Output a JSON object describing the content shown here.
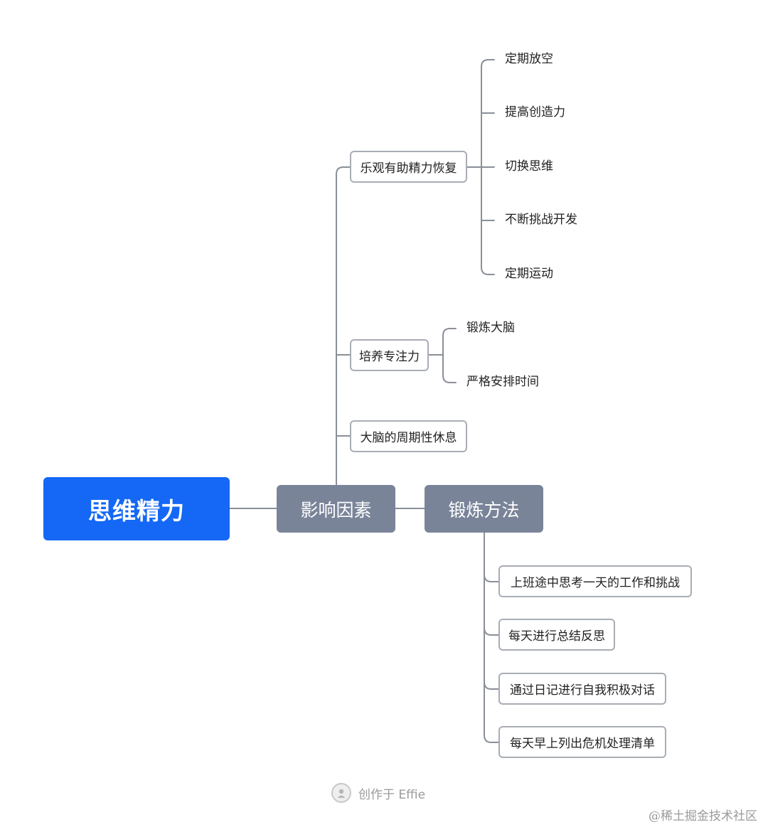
{
  "root": {
    "label": "思维精力",
    "color": "#1468f5"
  },
  "branches": [
    {
      "label": "影响因素",
      "children": [
        {
          "label": "乐观有助精力恢复",
          "children": [
            "定期放空",
            "提高创造力",
            "切换思维",
            "不断挑战开发",
            "定期运动"
          ]
        },
        {
          "label": "培养专注力",
          "children": [
            "锻炼大脑",
            "严格安排时间"
          ]
        },
        {
          "label": "大脑的周期性休息",
          "children": []
        }
      ]
    },
    {
      "label": "锻炼方法",
      "children": [
        {
          "label": "上班途中思考一天的工作和挑战",
          "children": []
        },
        {
          "label": "每天进行总结反思",
          "children": []
        },
        {
          "label": "通过日记进行自我积极对话",
          "children": []
        },
        {
          "label": "每天早上列出危机处理清单",
          "children": []
        }
      ]
    }
  ],
  "credit": {
    "text": "创作于 Effie",
    "icon": "avatar-icon"
  },
  "watermark": "@稀土掘金技术社区",
  "colors": {
    "branch": "#7a8499",
    "line": "#8a8f98",
    "border": "#a9adb4"
  }
}
